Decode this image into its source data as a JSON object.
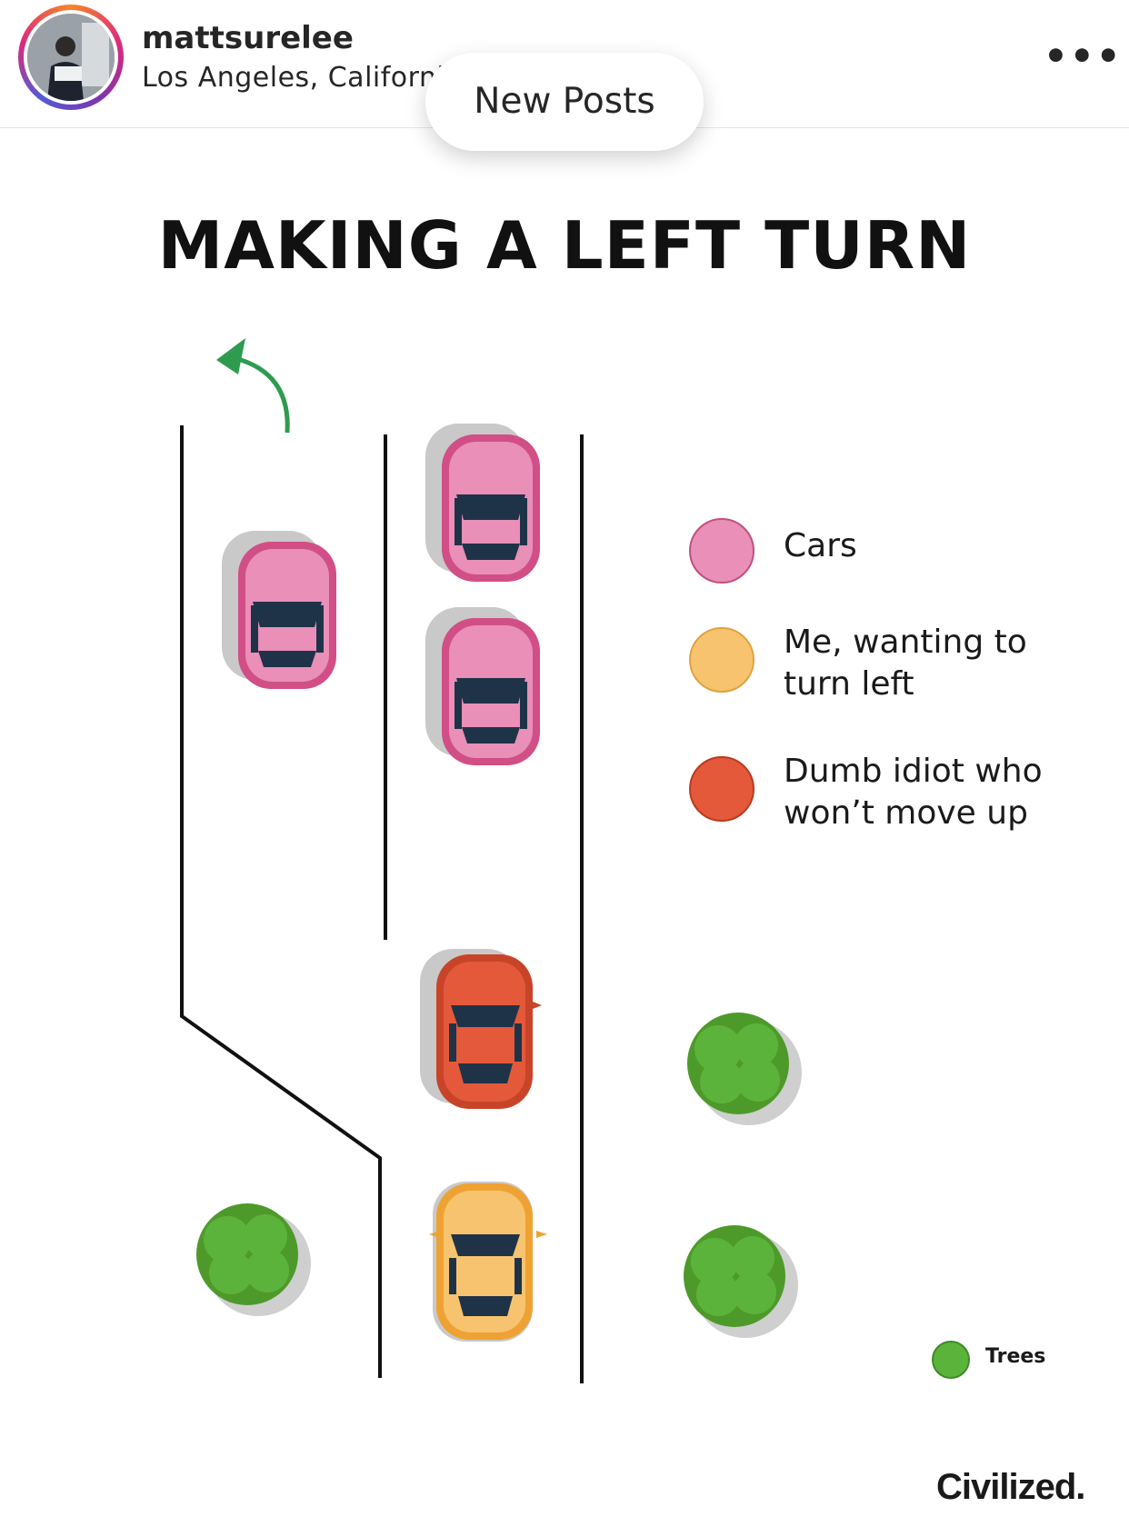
{
  "post": {
    "username": "mattsurelee",
    "location": "Los Angeles, Californi",
    "more_icon": "ellipsis-icon",
    "more_label": "•••"
  },
  "banner": {
    "label": "New Posts"
  },
  "graphic": {
    "title": "MAKING A LEFT TURN",
    "legend": [
      {
        "label": "Cars",
        "color": "#e98fb8"
      },
      {
        "label": "Me, wanting to\nturn left",
        "color": "#f7c36e"
      },
      {
        "label": "Dumb idiot who\nwon’t move up",
        "color": "#e4593a"
      }
    ],
    "trees_label": "Trees",
    "trees_color": "#5cb33c",
    "brand": "Civilized."
  }
}
